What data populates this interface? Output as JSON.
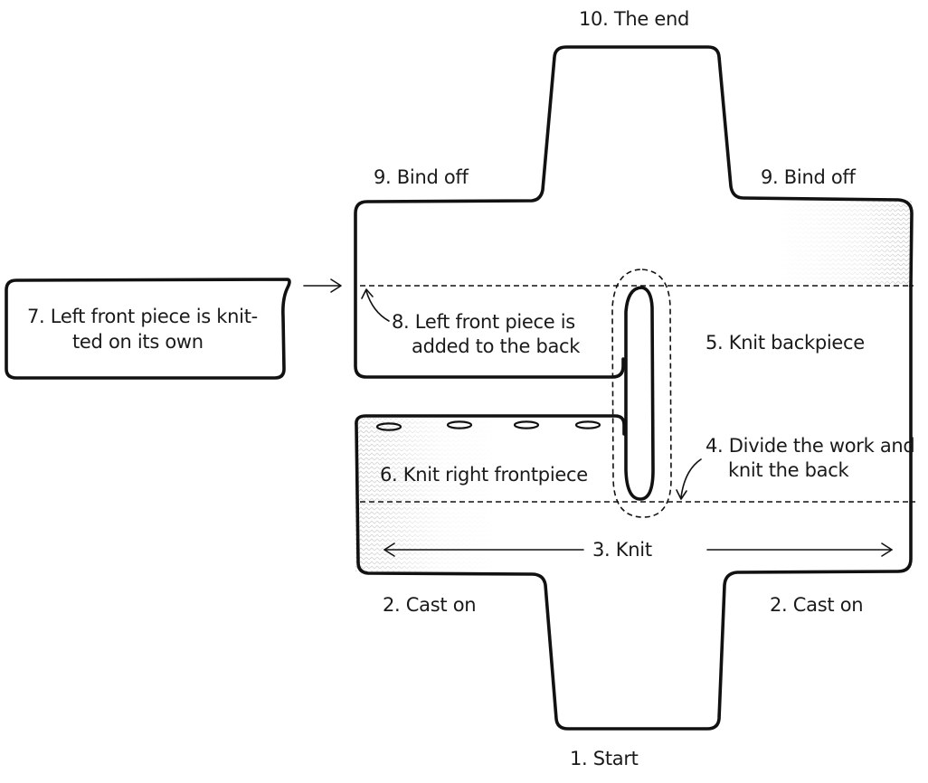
{
  "labels": {
    "end": "10. The end",
    "bind_off_left": "9. Bind off",
    "bind_off_right": "9. Bind off",
    "left_front_line1": "7.  Left front piece is knit-",
    "left_front_line2": "ted on its own",
    "added_line1": "8. Left front piece is",
    "added_line2": "added to the back",
    "backpiece": "5. Knit backpiece",
    "divide_line1": "4. Divide the work and",
    "divide_line2": "knit the back",
    "right_frontpiece": "6. Knit right frontpiece",
    "knit": "3. Knit",
    "cast_on_left": "2. Cast on",
    "cast_on_right": "2. Cast on",
    "start": "1. Start"
  }
}
